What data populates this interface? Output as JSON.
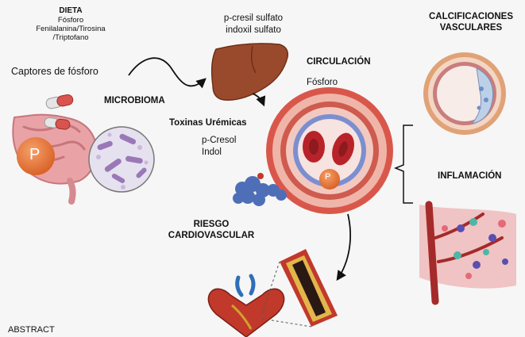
{
  "diet": {
    "title": "DIETA",
    "items": [
      "Fósforo",
      "Fenilalanina/Tirosina",
      "/Triptofano"
    ]
  },
  "phosphate_binders": "Captores de fósforo",
  "microbiome": "MICROBIOMA",
  "phosphorus_symbol": "P",
  "uremic_toxins": {
    "title": "Toxinas Urémicas",
    "items": [
      "p-Cresol",
      "Indol"
    ]
  },
  "liver_products": [
    "p-cresil sulfato",
    "indoxil sulfato"
  ],
  "circulation": {
    "title": "CIRCULACIÓN",
    "subtitle": "Fósforo"
  },
  "vascular_calcifications": [
    "CALCIFICACIONES",
    "VASCULARES"
  ],
  "inflammation": "INFLAMACIÓN",
  "cardiovascular_risk": [
    "RIESGO",
    "CARDIOVASCULAR"
  ],
  "abstract_label": "ABSTRACT",
  "colors": {
    "background": "#f6f6f6",
    "phosphorus": "#e8722f",
    "liver": "#9a4a2c",
    "vessel_outer": "#d9574a",
    "vessel_inner": "#7b8fd0",
    "blood_cell": "#b8232a",
    "heart": "#c0392b"
  },
  "icons": [
    "intestine-icon",
    "pill-icon",
    "bacteria-icon",
    "liver-icon",
    "blood-vessel-icon",
    "calcified-artery-icon",
    "inflamed-tissue-icon",
    "heart-icon",
    "protein-icon"
  ]
}
